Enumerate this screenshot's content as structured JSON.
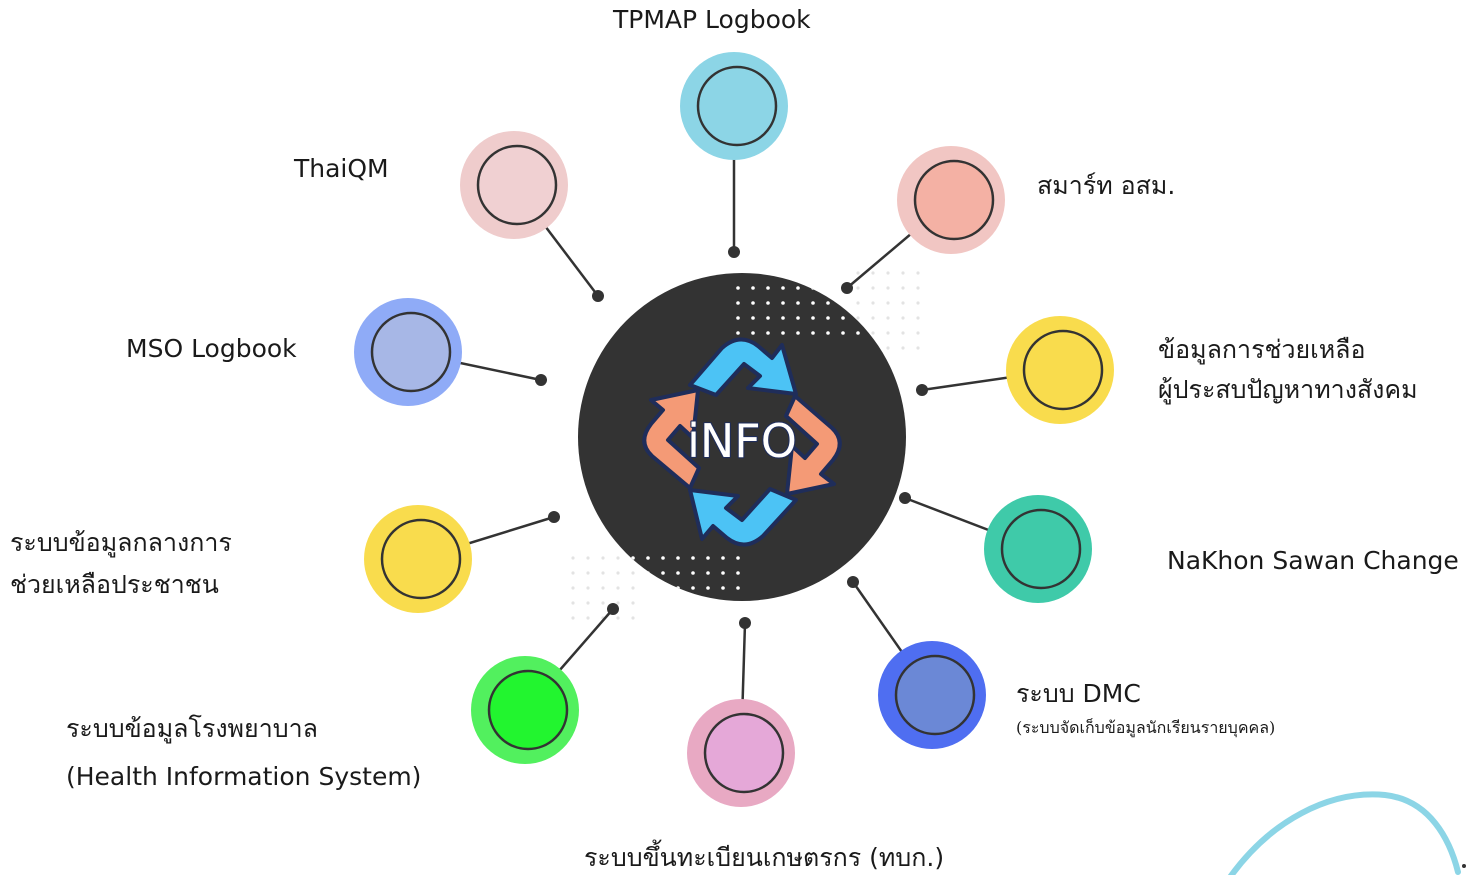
{
  "center": {
    "label": "iNFO",
    "colors": {
      "disc": "#333333",
      "arrow_blue": "#4cc3f5",
      "arrow_orange": "#f49a76",
      "outline": "#1f2d5a"
    }
  },
  "nodes": [
    {
      "id": "tpmap-logbook",
      "lines": [
        "TPMAP Logbook"
      ],
      "outer_color": "#8cd5e6",
      "inner_color": "#8cd5e6"
    },
    {
      "id": "smart-osm",
      "lines": [
        "สมาร์ท อสม."
      ],
      "outer_color": "#f1c6c3",
      "inner_color": "#f4b1a4"
    },
    {
      "id": "social-aid-data",
      "lines": [
        "ข้อมูลการช่วยเหลือ",
        "ผู้ประสบปัญหาทางสังคม"
      ],
      "outer_color": "#f9dc4d",
      "inner_color": "#f9dc4d"
    },
    {
      "id": "nakhon-sawan-change",
      "lines": [
        "NaKhon Sawan Change"
      ],
      "outer_color": "#3fcaa9",
      "inner_color": "#3fcaa9"
    },
    {
      "id": "dmc-system",
      "lines": [
        "ระบบ DMC",
        "(ระบบจัดเก็บข้อมูลนักเรียนรายบุคคล)"
      ],
      "outer_color": "#4f6ef1",
      "inner_color": "#6b88d6"
    },
    {
      "id": "farmer-registration",
      "lines": [
        "ระบบขึ้นทะเบียนเกษตรกร (ทบก.)"
      ],
      "outer_color": "#e8a9c3",
      "inner_color": "#e5a8d8"
    },
    {
      "id": "health-information",
      "lines": [
        "ระบบข้อมูลโรงพยาบาล",
        "(Health Information System)"
      ],
      "outer_color": "#52f05e",
      "inner_color": "#22f52f"
    },
    {
      "id": "central-aid-data",
      "lines": [
        "ระบบข้อมูลกลางการ",
        "ช่วยเหลือประชาชน"
      ],
      "outer_color": "#f9dc4d",
      "inner_color": "#f9dc4d"
    },
    {
      "id": "mso-logbook",
      "lines": [
        "MSO Logbook"
      ],
      "outer_color": "#8fabf7",
      "inner_color": "#a7b7e6"
    },
    {
      "id": "thaiqm",
      "lines": [
        "ThaiQM"
      ],
      "outer_color": "#efcccc",
      "inner_color": "#f0d0d2"
    }
  ],
  "decor": {
    "swoosh_color": "#8cd5e6",
    "line_color": "#333333"
  }
}
